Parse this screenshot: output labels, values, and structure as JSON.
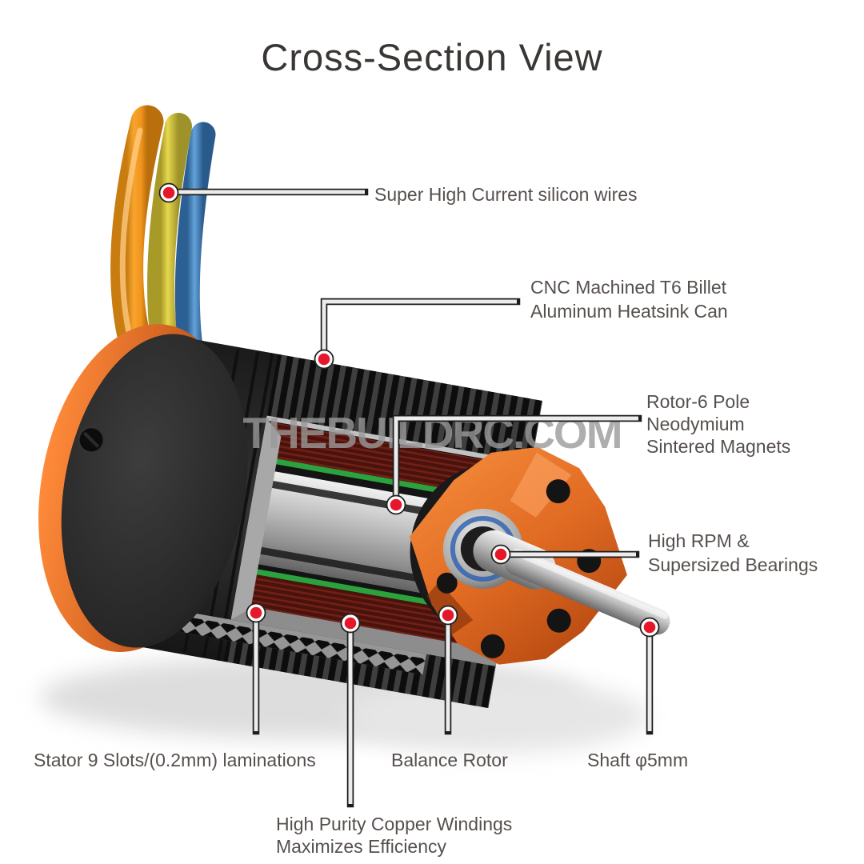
{
  "title": "Cross-Section View",
  "watermark": "THEBUILDRC.COM",
  "labels": {
    "wires": {
      "text": "Super High Current silicon wires"
    },
    "heatsink": {
      "line1": "CNC Machined T6 Billet",
      "line2": "Aluminum Heatsink Can"
    },
    "rotor": {
      "line1": "Rotor-6 Pole",
      "line2": "Neodymium",
      "line3": "Sintered Magnets"
    },
    "bearings": {
      "line1": "High RPM &",
      "line2": "Supersized Bearings"
    },
    "stator": {
      "text": "Stator 9 Slots/(0.2mm) laminations"
    },
    "balance": {
      "text": "Balance Rotor"
    },
    "shaft": {
      "text": "Shaft φ5mm"
    },
    "copper": {
      "line1": "High Purity Copper Windings",
      "line2": "Maximizes Efficiency"
    }
  },
  "icons": {
    "callout_marker": "red-dot-icon"
  },
  "colors": {
    "label_text": "#56504d",
    "title_text": "#3a3634",
    "marker_red": "#e5172a",
    "wire_orange": "#f49a22",
    "wire_yellow": "#d9c93a",
    "wire_blue": "#3f83c4",
    "endbell_orange": "#e06a22",
    "winding_maroon": "#54150e",
    "lamination_green": "#2ba23e",
    "can_black": "#242424",
    "watermark_gray": "#9a9a9a"
  }
}
